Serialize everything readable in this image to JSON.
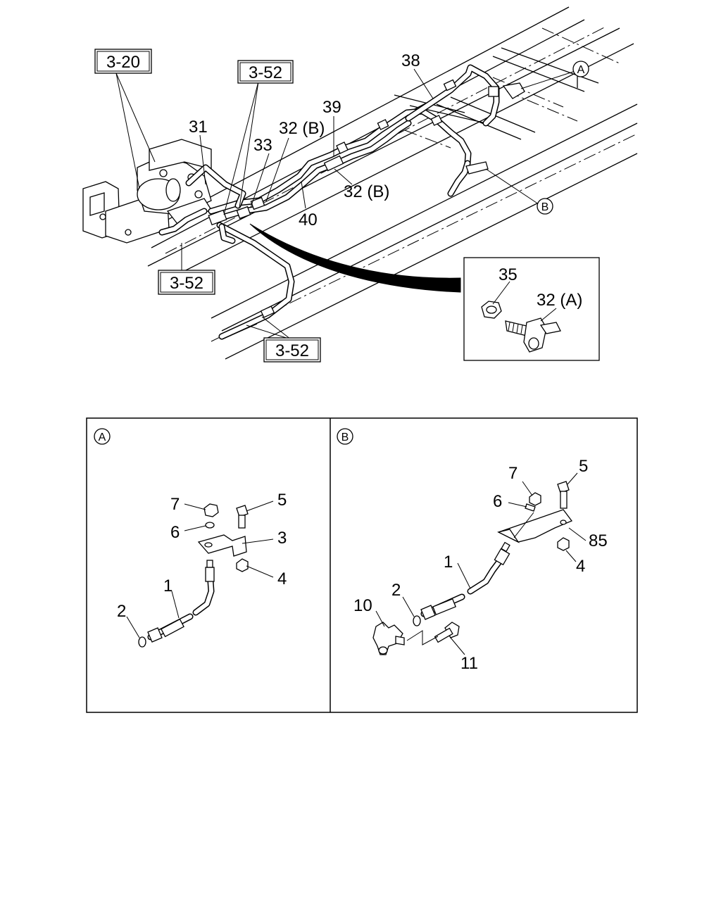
{
  "main": {
    "ref_boxes": [
      {
        "id": "ref-3-20",
        "text": "3-20"
      },
      {
        "id": "ref-3-52-top",
        "text": "3-52"
      },
      {
        "id": "ref-3-52-left",
        "text": "3-52"
      },
      {
        "id": "ref-3-52-bottom",
        "text": "3-52"
      }
    ],
    "callouts": {
      "c31": "31",
      "c33": "33",
      "c32b_top": "32 (B)",
      "c39": "39",
      "c38": "38",
      "c32b_mid": "32 (B)",
      "c40": "40",
      "circ_a": "A",
      "circ_b": "B"
    },
    "inset": {
      "c35": "35",
      "c32a": "32 (A)"
    }
  },
  "detail_a": {
    "tag": "A",
    "callouts": {
      "c7": "7",
      "c5": "5",
      "c6": "6",
      "c3": "3",
      "c4": "4",
      "c1": "1",
      "c2": "2"
    }
  },
  "detail_b": {
    "tag": "B",
    "callouts": {
      "c7": "7",
      "c5": "5",
      "c6": "6",
      "c85": "85",
      "c4": "4",
      "c1": "1",
      "c2": "2",
      "c10": "10",
      "c11": "11"
    }
  }
}
